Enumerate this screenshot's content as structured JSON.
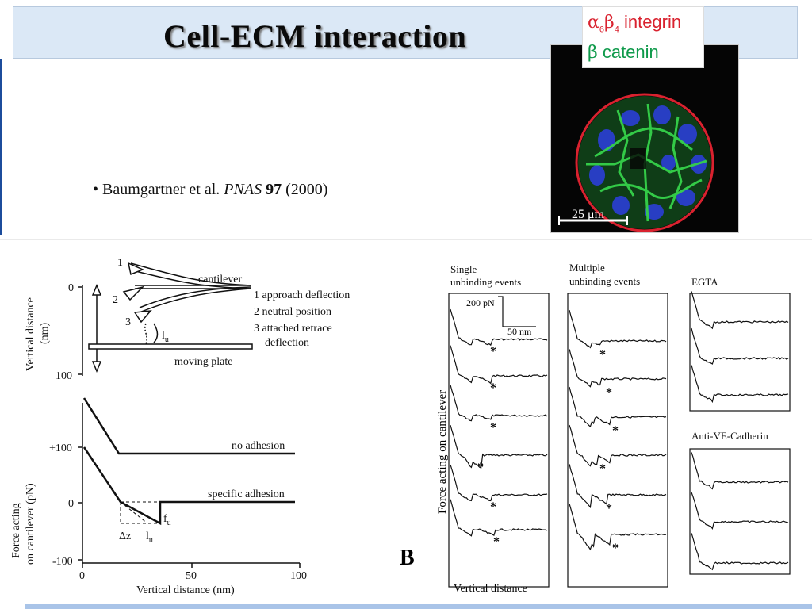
{
  "slide": {
    "title": "Cell-ECM interaction",
    "citation": {
      "bullet": "•",
      "authors": "Baumgartner et al.",
      "journal": "PNAS",
      "volume": "97",
      "year": "(2000)"
    }
  },
  "micrograph": {
    "legend": {
      "line1_symbol": "α",
      "line1_sub1": "6",
      "line1_mid": "β",
      "line1_sub2": "4",
      "line1_text": "integrin",
      "line2_symbol": "β",
      "line2_text": "catenin"
    },
    "scale_label": "25 μm",
    "colors": {
      "integrin": "#d9222f",
      "catenin": "#0f9a4b",
      "nuclei": "#2b3fd6"
    }
  },
  "schematic": {
    "y_axis_label_line1": "Vertical distance",
    "y_axis_label_line2": "(nm)",
    "y_tick_top": "0",
    "y_tick_bottom": "100",
    "cantilever_label": "cantilever",
    "position_numbers": [
      "1",
      "2",
      "3"
    ],
    "legend_items": [
      "1 approach deflection",
      "2 neutral position",
      "3 attached retrace",
      "deflection"
    ],
    "lu_label": "l",
    "lu_sub": "u",
    "moving_plate_label": "moving plate"
  },
  "force_plot": {
    "y_label_line1": "Force acting",
    "y_label_line2": "on cantilever (pN)",
    "y_ticks": [
      "+100",
      "0",
      "-100"
    ],
    "x_ticks": [
      "0",
      "50",
      "100"
    ],
    "x_label": "Vertical distance (nm)",
    "curve_labels": [
      "no adhesion",
      "specific adhesion"
    ],
    "fu_label": "f",
    "fu_sub": "u",
    "dz_label": "Δz",
    "lu_label": "l",
    "lu_sub": "u"
  },
  "traces_panel": {
    "panel_letter": "B",
    "y_label": "Force acting on cantilever",
    "x_label": "Vertical distance",
    "column_titles": {
      "single_line1": "Single",
      "single_line2": "unbinding events",
      "multiple_line1": "Multiple",
      "multiple_line2": "unbinding events",
      "egta": "EGTA",
      "anti": "Anti-VE-Cadherin"
    },
    "scale_force": "200 pN",
    "scale_distance": "50 nm",
    "event_marker": "*"
  }
}
